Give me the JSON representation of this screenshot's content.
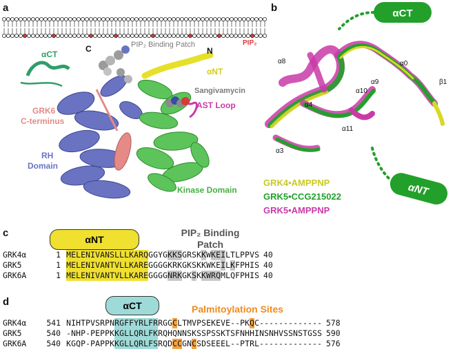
{
  "panels": {
    "a": "a",
    "b": "b",
    "c": "c",
    "d": "d"
  },
  "panel_a": {
    "pip2_patch": "PIP₂ Binding Patch",
    "pip2": "PIP₂",
    "act": "αCT",
    "c_term": "C",
    "n_term": "N",
    "ant": "αNT",
    "sangivamycin": "Sangivamycin",
    "ast_loop": "AST Loop",
    "grk6_ct_1": "GRK6",
    "grk6_ct_2": "C-terminus",
    "rh_1": "RH",
    "rh_2": "Domain",
    "kinase": "Kinase Domain"
  },
  "panel_b": {
    "act": "αCT",
    "ant": "αNT",
    "helices": {
      "a8": "α8",
      "a9": "α9",
      "a0": "α0",
      "b1": "β1",
      "a10": "α10",
      "a4": "α4",
      "a11": "α11",
      "a3": "α3"
    },
    "legend": [
      {
        "label": "GRK4•AMPPNP",
        "color": "#c9c922"
      },
      {
        "label": "GRK5•CCG215022",
        "color": "#22a02a"
      },
      {
        "label": "GRK5•AMPPNP",
        "color": "#c93aa8"
      }
    ]
  },
  "panel_c": {
    "ant_label": "αNT",
    "pip2_label_1": "PIP₂ Binding",
    "pip2_label_2": "Patch",
    "rows": [
      {
        "name": "GRK4α",
        "start": "1",
        "seq": "MELENIVANSLLLKARQGGYGKKSGRSKKWKEILTLPPVS",
        "end": "40",
        "hl": "yyyyyyyyyyyyyyyyy....ggg....g.ggg........"
      },
      {
        "name": "GRK5",
        "start": "1",
        "seq": "MELENIVANTVLLKAREGGGGKRKGKSKKWKEILKFPHIS",
        "end": "40",
        "hl": "yyyyyyyyyyyyyyyyy...............g.g......"
      },
      {
        "name": "GRK6A",
        "start": "1",
        "seq": "MELENIVANTVLLKAREGGGGNRKGKSKKWRQMLQFPHIS",
        "end": "40",
        "hl": "yyyyyyyyyyyyyyyyy....ggg..g.gggg........"
      }
    ]
  },
  "panel_d": {
    "act_label": "αCT",
    "palm_label": "Palmitoylation Sites",
    "rows": [
      {
        "name": "GRK4α",
        "start": "541",
        "seq": "NIHTPVSRPNRGFFYRLFRRGGCLTMVPSEKEVE--PKQC-------------",
        "end": "578",
        "hl": "..........ccccccccc...o...............o.............."
      },
      {
        "name": "GRK5",
        "start": "540",
        "seq": "-NHP-PEPPKKGLLQRLFKRQHQNNSKSSPSSKTSFNHHINSNHVSSNSTGSS",
        "end": "590",
        "hl": "..........ccccccccc.................................."
      },
      {
        "name": "GRK6A",
        "start": "540",
        "seq": "KGQP-PAPPKKGLLQRLFSRQDCCGNCSDSEEEL--PTRL-------------",
        "end": "576",
        "hl": "..........ccccccccc...oo..o.........................."
      }
    ]
  }
}
